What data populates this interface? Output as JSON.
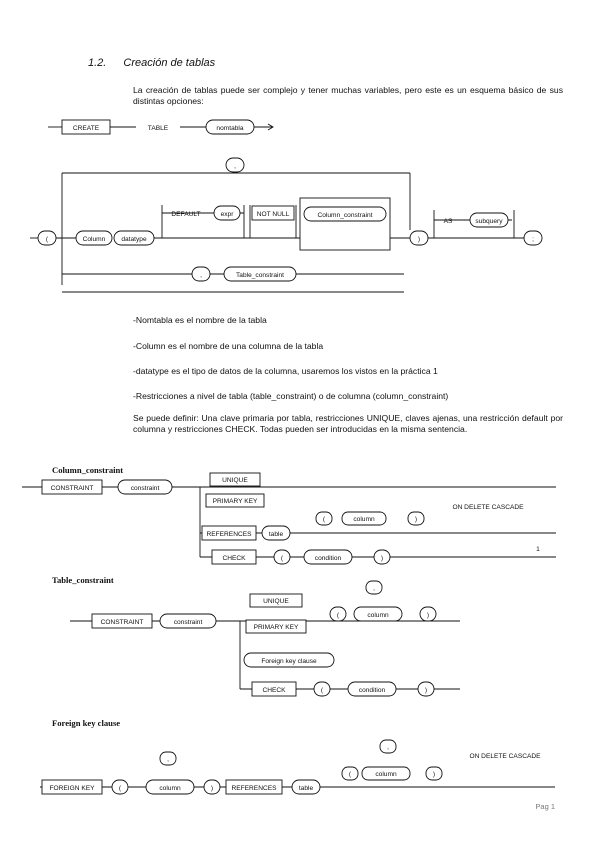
{
  "heading": {
    "number": "1.2.",
    "title": "Creación de tablas"
  },
  "intro": "La creación de tablas puede ser complejo y tener muchas variables, pero este es un esquema básico de sus distintas opciones:",
  "diagram_main": {
    "create": "CREATE",
    "table": "TABLE",
    "nomtabla": "nomtabla",
    "open_paren": "(",
    "comma_top": ",",
    "column": "Column",
    "datatype": "datatype",
    "default": "DEFAULT",
    "expr": "expr",
    "not_null": "NOT NULL",
    "column_constraint": "Column_constraint",
    "close_paren": ")",
    "as": "AS",
    "subquery": "subquery",
    "semicolon": ";",
    "comma_bottom": ",",
    "table_constraint": "Table_constraint"
  },
  "bullets": [
    "-Nomtabla es el nombre de la tabla",
    "-Column es el nombre de una columna de la tabla",
    "-datatype es el tipo de datos de la columna, usaremos los vistos en la práctica 1",
    "-Restricciones a nivel de tabla (table_constraint) o de columna (column_constraint)"
  ],
  "para2": "Se puede definir: Una clave primaria por tabla, restricciones UNIQUE, claves ajenas, una restricción default por columna y restricciones CHECK. Todas pueden ser introducidas en la misma sentencia.",
  "column_constraint": {
    "title": "Column_constraint",
    "constraint_kw": "CONSTRAINT",
    "constraint": "constraint",
    "unique": "UNIQUE",
    "primary_key": "PRIMARY KEY",
    "references": "REFERENCES",
    "table": "table",
    "open_paren": "(",
    "column": "column",
    "close_paren": ")",
    "on_delete_cascade": "ON DELETE CASCADE",
    "check": "CHECK",
    "condition": "condition",
    "stray": "1"
  },
  "table_constraint": {
    "title": "Table_constraint",
    "constraint_kw": "CONSTRAINT",
    "constraint": "constraint",
    "unique": "UNIQUE",
    "primary_key": "PRIMARY KEY",
    "open_paren": "(",
    "comma": ",",
    "column": "column",
    "close_paren": ")",
    "foreign_key_clause": "Foreign key clause",
    "check": "CHECK",
    "condition": "condition"
  },
  "foreign_key": {
    "title": "Foreign key clause",
    "foreign_key": "FOREIGN KEY",
    "open_paren": "(",
    "comma": ",",
    "column": "column",
    "close_paren": ")",
    "references": "REFERENCES",
    "table": "table",
    "on_delete_cascade": "ON DELETE CASCADE"
  },
  "footer": "Pag 1"
}
